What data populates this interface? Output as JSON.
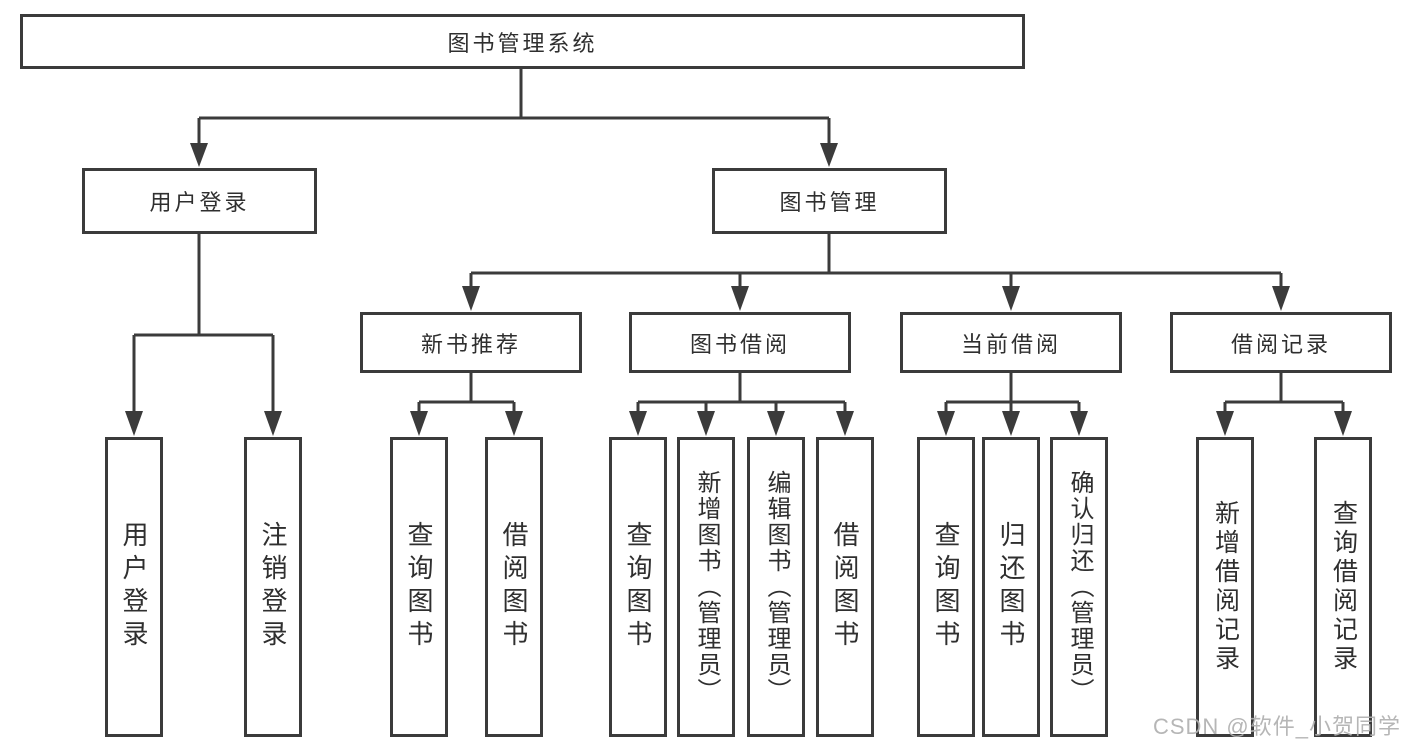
{
  "diagram": {
    "root": {
      "label": "图书管理系统"
    },
    "branches": [
      {
        "label": "用户登录",
        "children": [
          {
            "label": "用户登录"
          },
          {
            "label": "注销登录"
          }
        ]
      },
      {
        "label": "图书管理",
        "children": [
          {
            "label": "新书推荐",
            "children": [
              {
                "label": "查询图书"
              },
              {
                "label": "借阅图书"
              }
            ]
          },
          {
            "label": "图书借阅",
            "children": [
              {
                "label": "查询图书"
              },
              {
                "label": "新增图书（管理员）"
              },
              {
                "label": "编辑图书（管理员）"
              },
              {
                "label": "借阅图书"
              }
            ]
          },
          {
            "label": "当前借阅",
            "children": [
              {
                "label": "查询图书"
              },
              {
                "label": "归还图书"
              },
              {
                "label": "确认归还（管理员）"
              }
            ]
          },
          {
            "label": "借阅记录",
            "children": [
              {
                "label": "新增借阅记录"
              },
              {
                "label": "查询借阅记录"
              }
            ]
          }
        ]
      }
    ]
  },
  "watermark": {
    "text": "CSDN @软件_小贺同学"
  },
  "colors": {
    "line": "#3b3b3b",
    "text": "#2f2f2f",
    "background": "#ffffff",
    "watermark": "#b0b0b0"
  }
}
